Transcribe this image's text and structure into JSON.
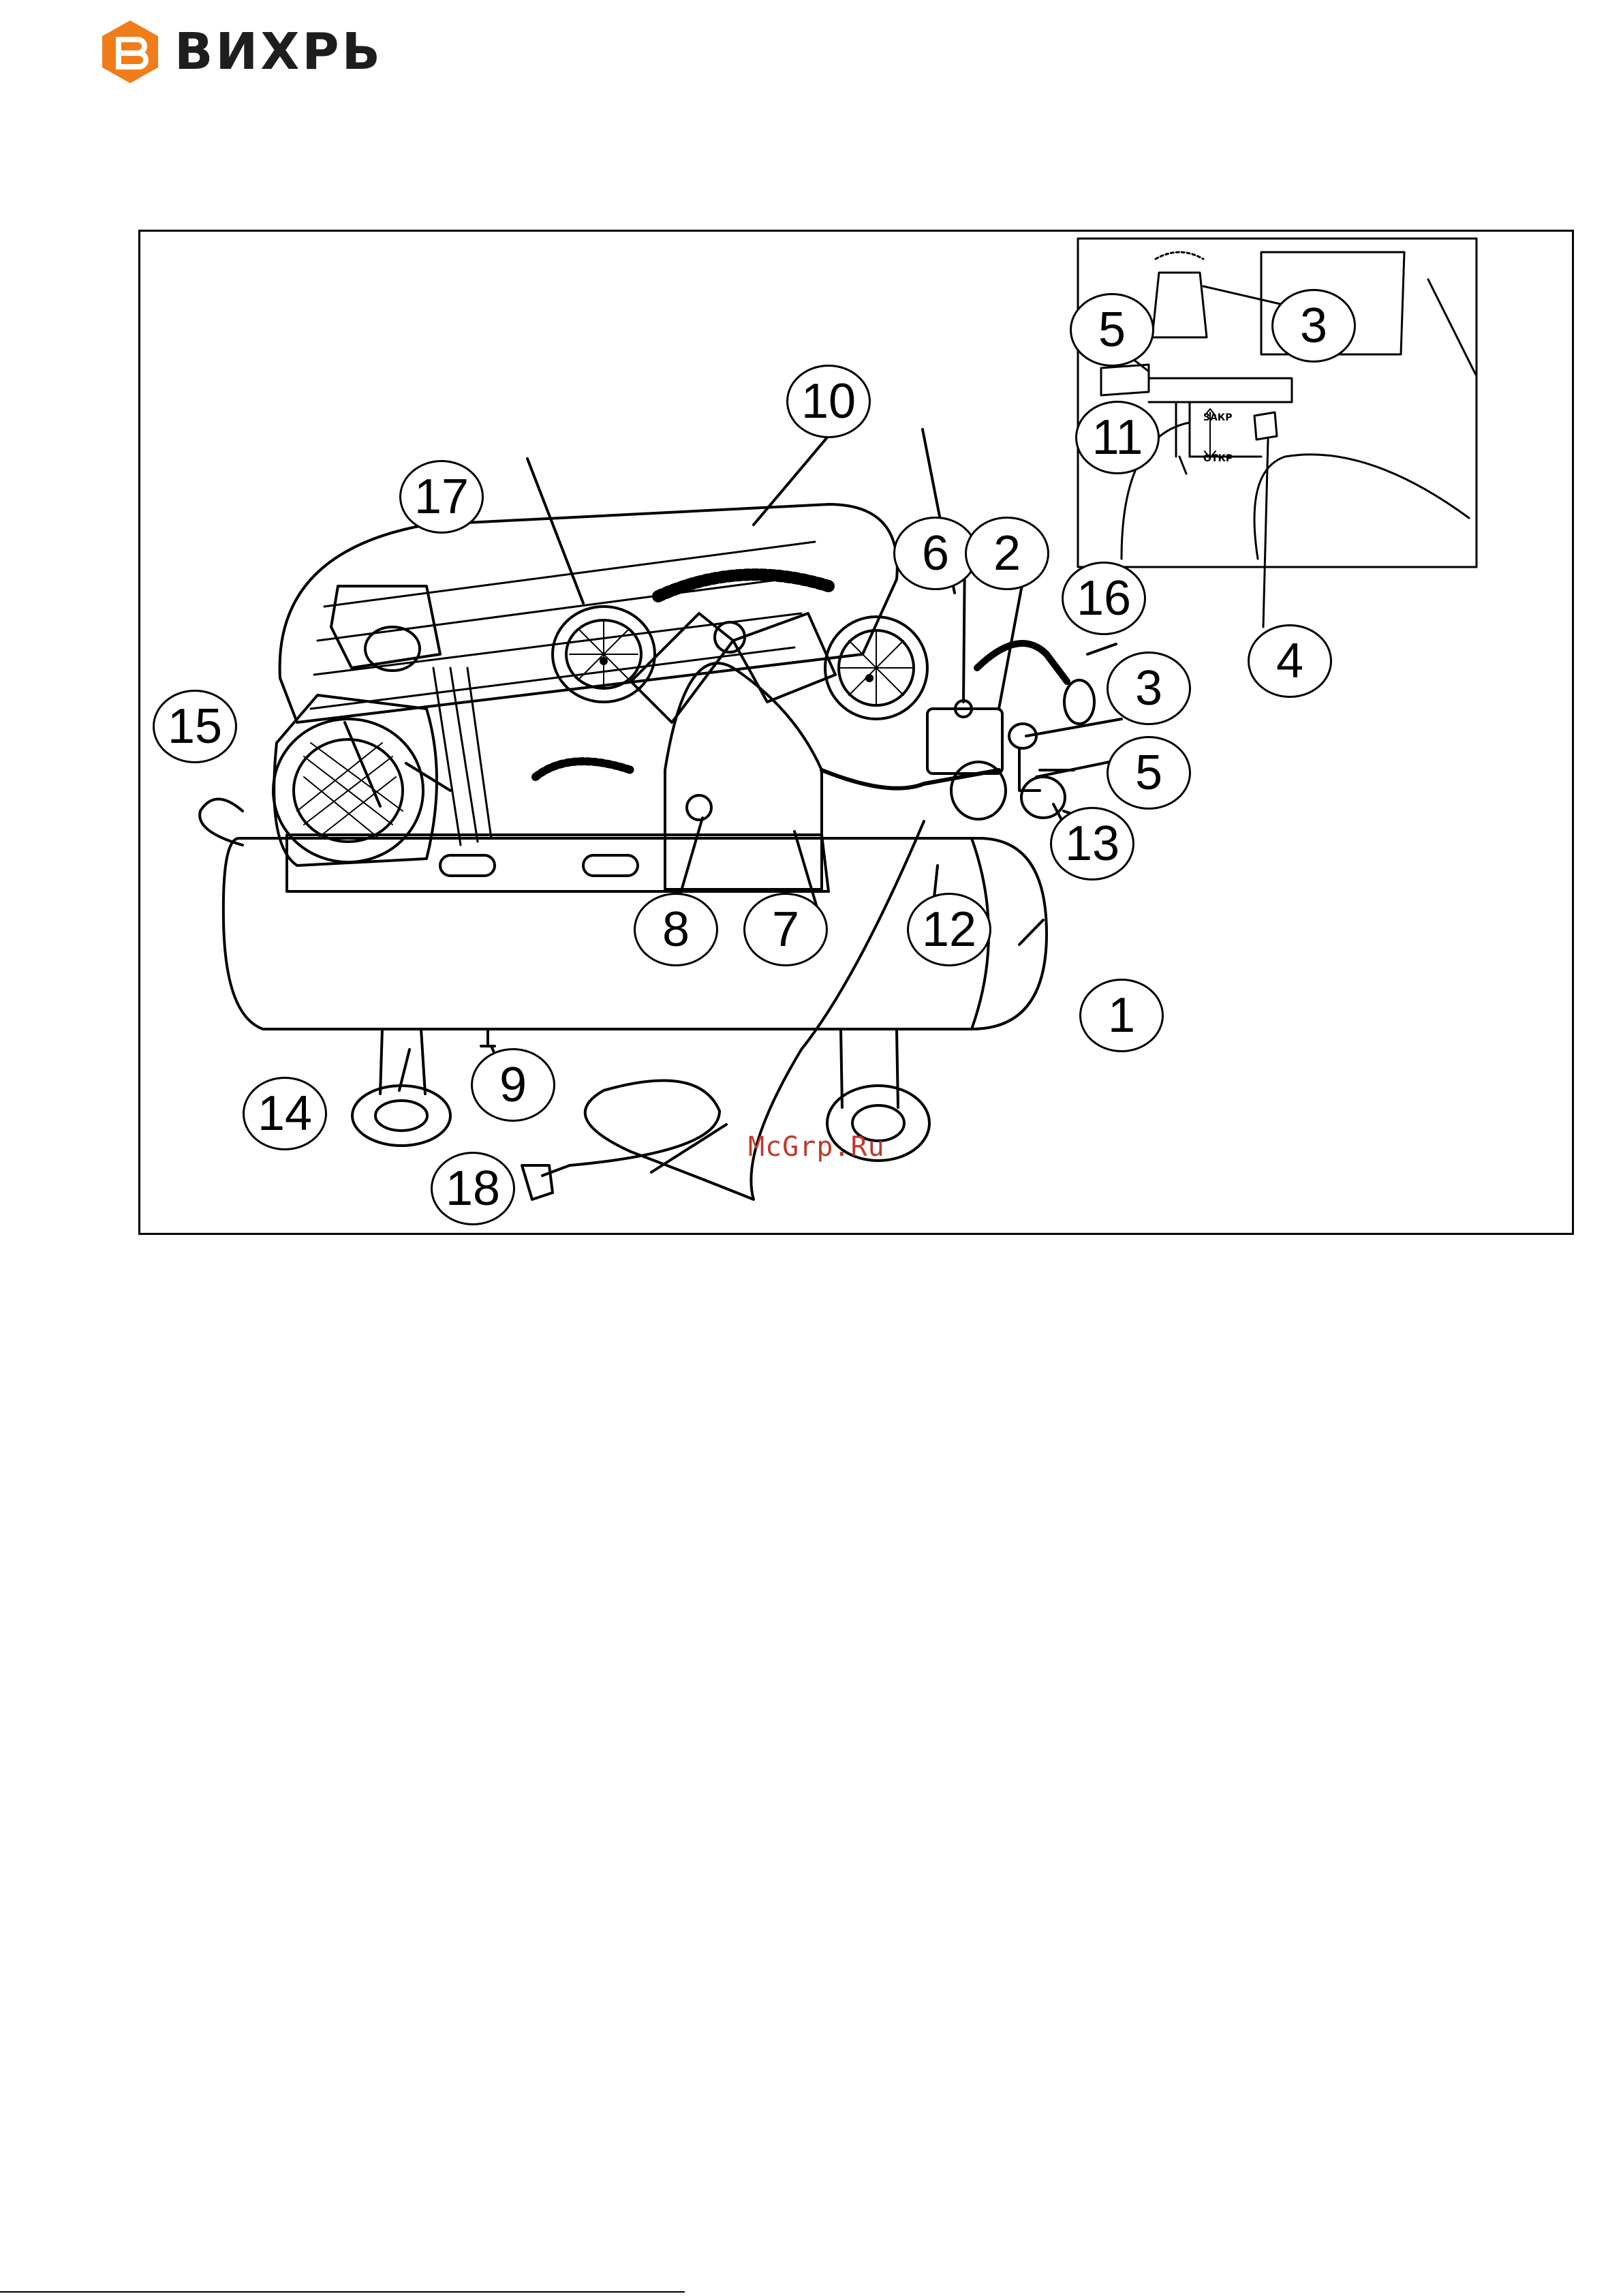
{
  "brand": {
    "name": "ВИХРЬ",
    "color": "#f07d1a",
    "icon": "brand-hexagon-icon"
  },
  "watermark": "McGrp.Ru",
  "insert": {
    "closed_label": "ЗАКР",
    "open_label": "ОТКР"
  },
  "callouts": [
    "1",
    "2",
    "3",
    "3",
    "4",
    "5",
    "5",
    "6",
    "7",
    "8",
    "9",
    "10",
    "11",
    "12",
    "13",
    "14",
    "15",
    "16",
    "17",
    "18"
  ]
}
